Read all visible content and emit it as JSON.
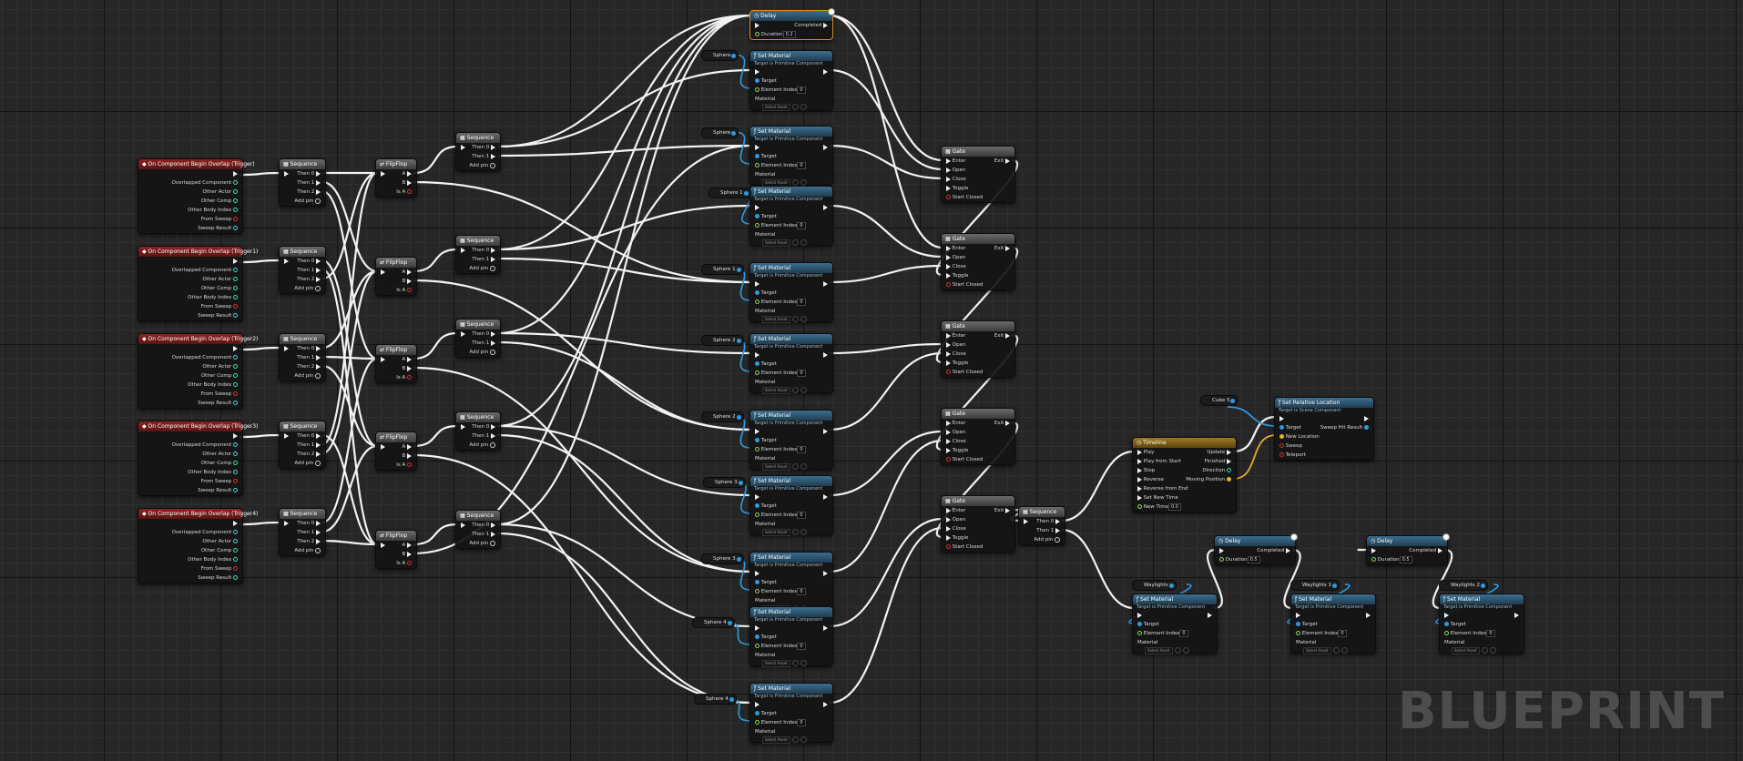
{
  "watermark": "BLUEPRINT",
  "labels": {
    "then0": "Then 0",
    "then1": "Then 1",
    "then2": "Then 2",
    "add_pin": "Add pin",
    "a": "A",
    "b": "B",
    "is_a": "Is A",
    "sequence": "Sequence",
    "flipflop": "FlipFlop",
    "set_material": "Set Material",
    "target_prim": "Target is Primitive Component",
    "target": "Target",
    "element_index": "Element Index",
    "material": "Material",
    "element_value": "0",
    "mat_select": "Select Asset",
    "gate": "Gate",
    "enter": "Enter",
    "open": "Open",
    "close": "Close",
    "toggle": "Toggle",
    "start_closed": "Start Closed",
    "exit": "Exit",
    "delay": "Delay",
    "completed": "Completed",
    "duration": "Duration",
    "overlapped_component": "Overlapped Component",
    "other_actor": "Other Actor",
    "other_comp": "Other Comp",
    "other_body_index": "Other Body Index",
    "from_sweep": "From Sweep",
    "sweep_result": "Sweep Result",
    "timeline": "Timeline",
    "play": "Play",
    "play_from_start": "Play from Start",
    "stop": "Stop",
    "reverse": "Reverse",
    "reverse_from_end": "Reverse from End",
    "set_new_time": "Set New Time",
    "new_time": "New Time",
    "update": "Update",
    "finished": "Finished",
    "direction": "Direction",
    "moving_position": "Moving Position",
    "set_rel_loc": "Set Relative Location",
    "target_scene": "Target is Scene Component",
    "new_location": "New Location",
    "sweep": "Sweep",
    "teleport": "Teleport",
    "sweep_hit_result": "Sweep Hit Result",
    "new_time_value": "0.0",
    "cube5": "Cube 5"
  },
  "events": [
    "On Component Begin Overlap (Trigger)",
    "On Component Begin Overlap (Trigger1)",
    "On Component Begin Overlap (Trigger2)",
    "On Component Begin Overlap (Trigger3)",
    "On Component Begin Overlap (Trigger4)"
  ],
  "top_delay_value": "0.2",
  "sphere_vars": [
    "Sphere",
    "Sphere",
    "Sphere 1",
    "Sphere 1",
    "Sphere 2",
    "Sphere 2",
    "Sphere 3",
    "Sphere 3",
    "Sphere 4",
    "Sphere 4"
  ],
  "bottom_delays": [
    "0.5",
    "0.5"
  ],
  "waylights": [
    "Waylights",
    "Waylights 1",
    "Waylights 2"
  ]
}
